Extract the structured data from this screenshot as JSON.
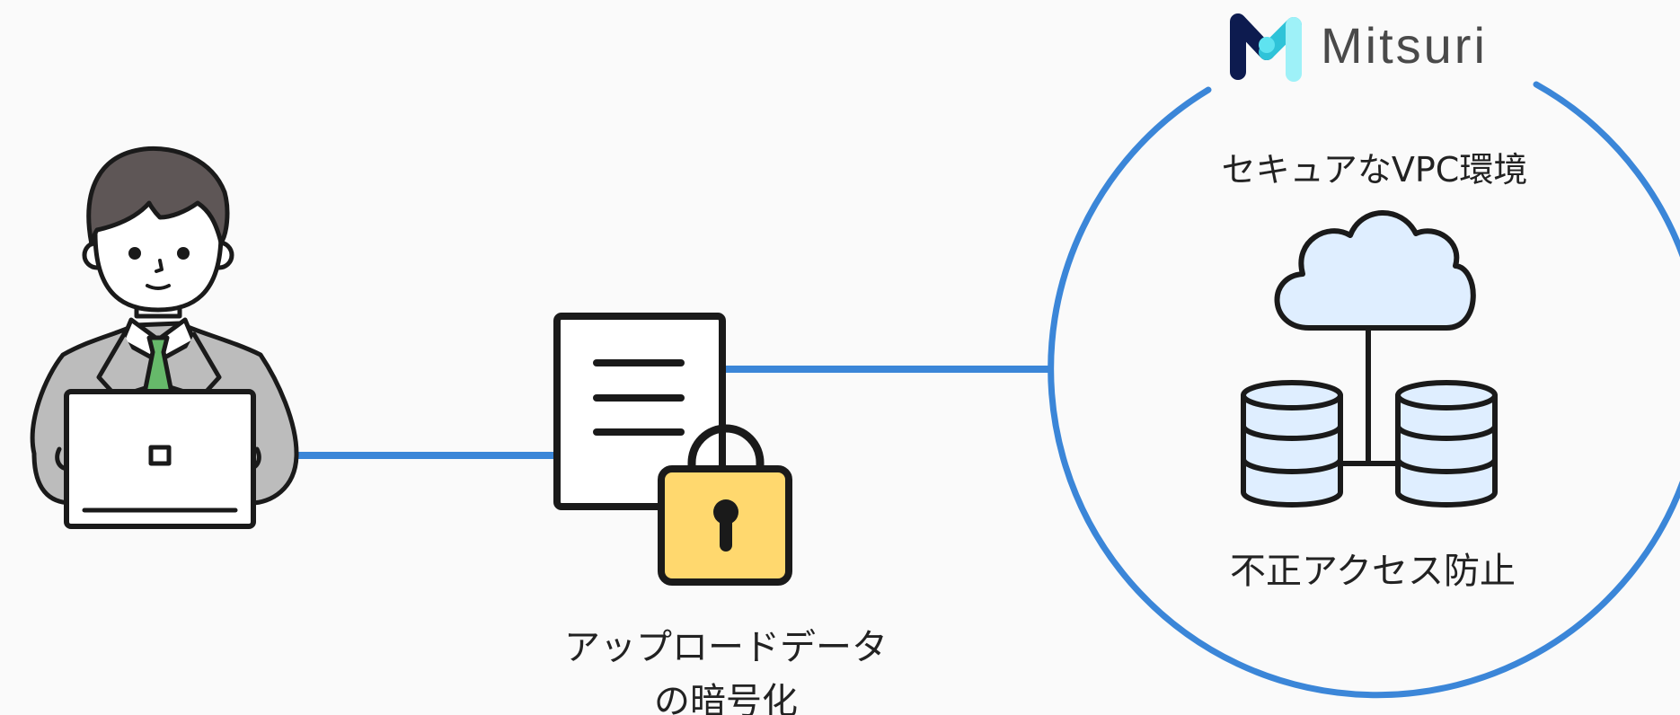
{
  "brand": {
    "name": "Mitsuri",
    "logo_icon": "m-logo-icon",
    "colors": {
      "dark": "#0d1b4f",
      "light": "#5fe3f0",
      "mid": "#2fc3d8"
    }
  },
  "environment": {
    "title": "セキュアなVPC環境",
    "protection_label": "不正アクセス防止",
    "icon": "cloud-database-icon",
    "circle_color": "#3b86d8"
  },
  "upload": {
    "label_line1": "アップロードデータ",
    "label_line2": "の暗号化",
    "icon": "encrypted-document-icon",
    "lock_color": "#ffd86e"
  },
  "user": {
    "icon": "person-laptop-icon",
    "tie_color": "#66b96a",
    "jacket_color": "#b9b9b9"
  },
  "connector_color": "#3b86d8"
}
